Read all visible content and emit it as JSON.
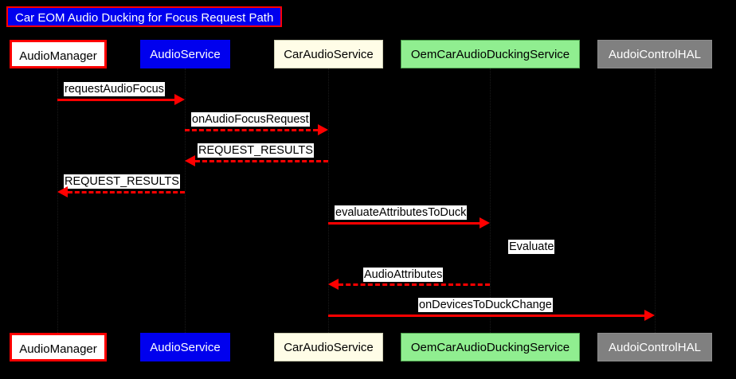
{
  "diagram": {
    "type": "uml-sequence-diagram",
    "background_color": "#000000",
    "accent_color": "#FF0000",
    "title": {
      "label": "Car EOM Audio Ducking for Focus Request Path",
      "fill_color": "#0000EE",
      "border_color": "#FF0000",
      "text_color": "#FFFFFF"
    },
    "participants": [
      {
        "id": "audio-manager",
        "label": "AudioManager",
        "fill_color": "#FFFFFF",
        "text_color": "#000000",
        "border_color": "#FF0000",
        "highlighted": "true"
      },
      {
        "id": "audio-service",
        "label": "AudioService",
        "fill_color": "#0000EE",
        "text_color": "#FFFFFF",
        "border_color": "#0000EE",
        "highlighted": "false"
      },
      {
        "id": "car-audio-service",
        "label": "CarAudioService",
        "fill_color": "#FFFDE7",
        "text_color": "#000000",
        "border_color": "#CCCCB0",
        "highlighted": "false"
      },
      {
        "id": "oem-car-audio-ducking-service",
        "label": "OemCarAudioDuckingService",
        "fill_color": "#90EE90",
        "text_color": "#000000",
        "border_color": "#4FA34F",
        "highlighted": "false"
      },
      {
        "id": "audoi-control-hal",
        "label": "AudoiControlHAL",
        "fill_color": "#808080",
        "text_color": "#FFFFFF",
        "border_color": "#8C8C8C",
        "highlighted": "false"
      }
    ],
    "messages": [
      {
        "id": "m1",
        "label": "requestAudioFocus",
        "from": "audio-manager",
        "to": "audio-service",
        "direction": "right",
        "style": "solid"
      },
      {
        "id": "m2",
        "label": "onAudioFocusRequest",
        "from": "audio-service",
        "to": "car-audio-service",
        "direction": "right",
        "style": "dashed"
      },
      {
        "id": "m3",
        "label": "REQUEST_RESULTS",
        "from": "car-audio-service",
        "to": "audio-service",
        "direction": "left",
        "style": "dashed"
      },
      {
        "id": "m4",
        "label": "REQUEST_RESULTS",
        "from": "audio-service",
        "to": "audio-manager",
        "direction": "left",
        "style": "dashed"
      },
      {
        "id": "m5",
        "label": "evaluateAttributesToDuck",
        "from": "car-audio-service",
        "to": "oem-car-audio-ducking-service",
        "direction": "right",
        "style": "solid"
      },
      {
        "id": "m6",
        "label": "AudioAttributes",
        "from": "oem-car-audio-ducking-service",
        "to": "car-audio-service",
        "direction": "left",
        "style": "dashed"
      },
      {
        "id": "m7",
        "label": "onDevicesToDuckChange",
        "from": "car-audio-service",
        "to": "audoi-control-hal",
        "direction": "right",
        "style": "solid"
      }
    ],
    "notes": [
      {
        "id": "n1",
        "label": "Evaluate",
        "on": "oem-car-audio-ducking-service"
      }
    ]
  }
}
